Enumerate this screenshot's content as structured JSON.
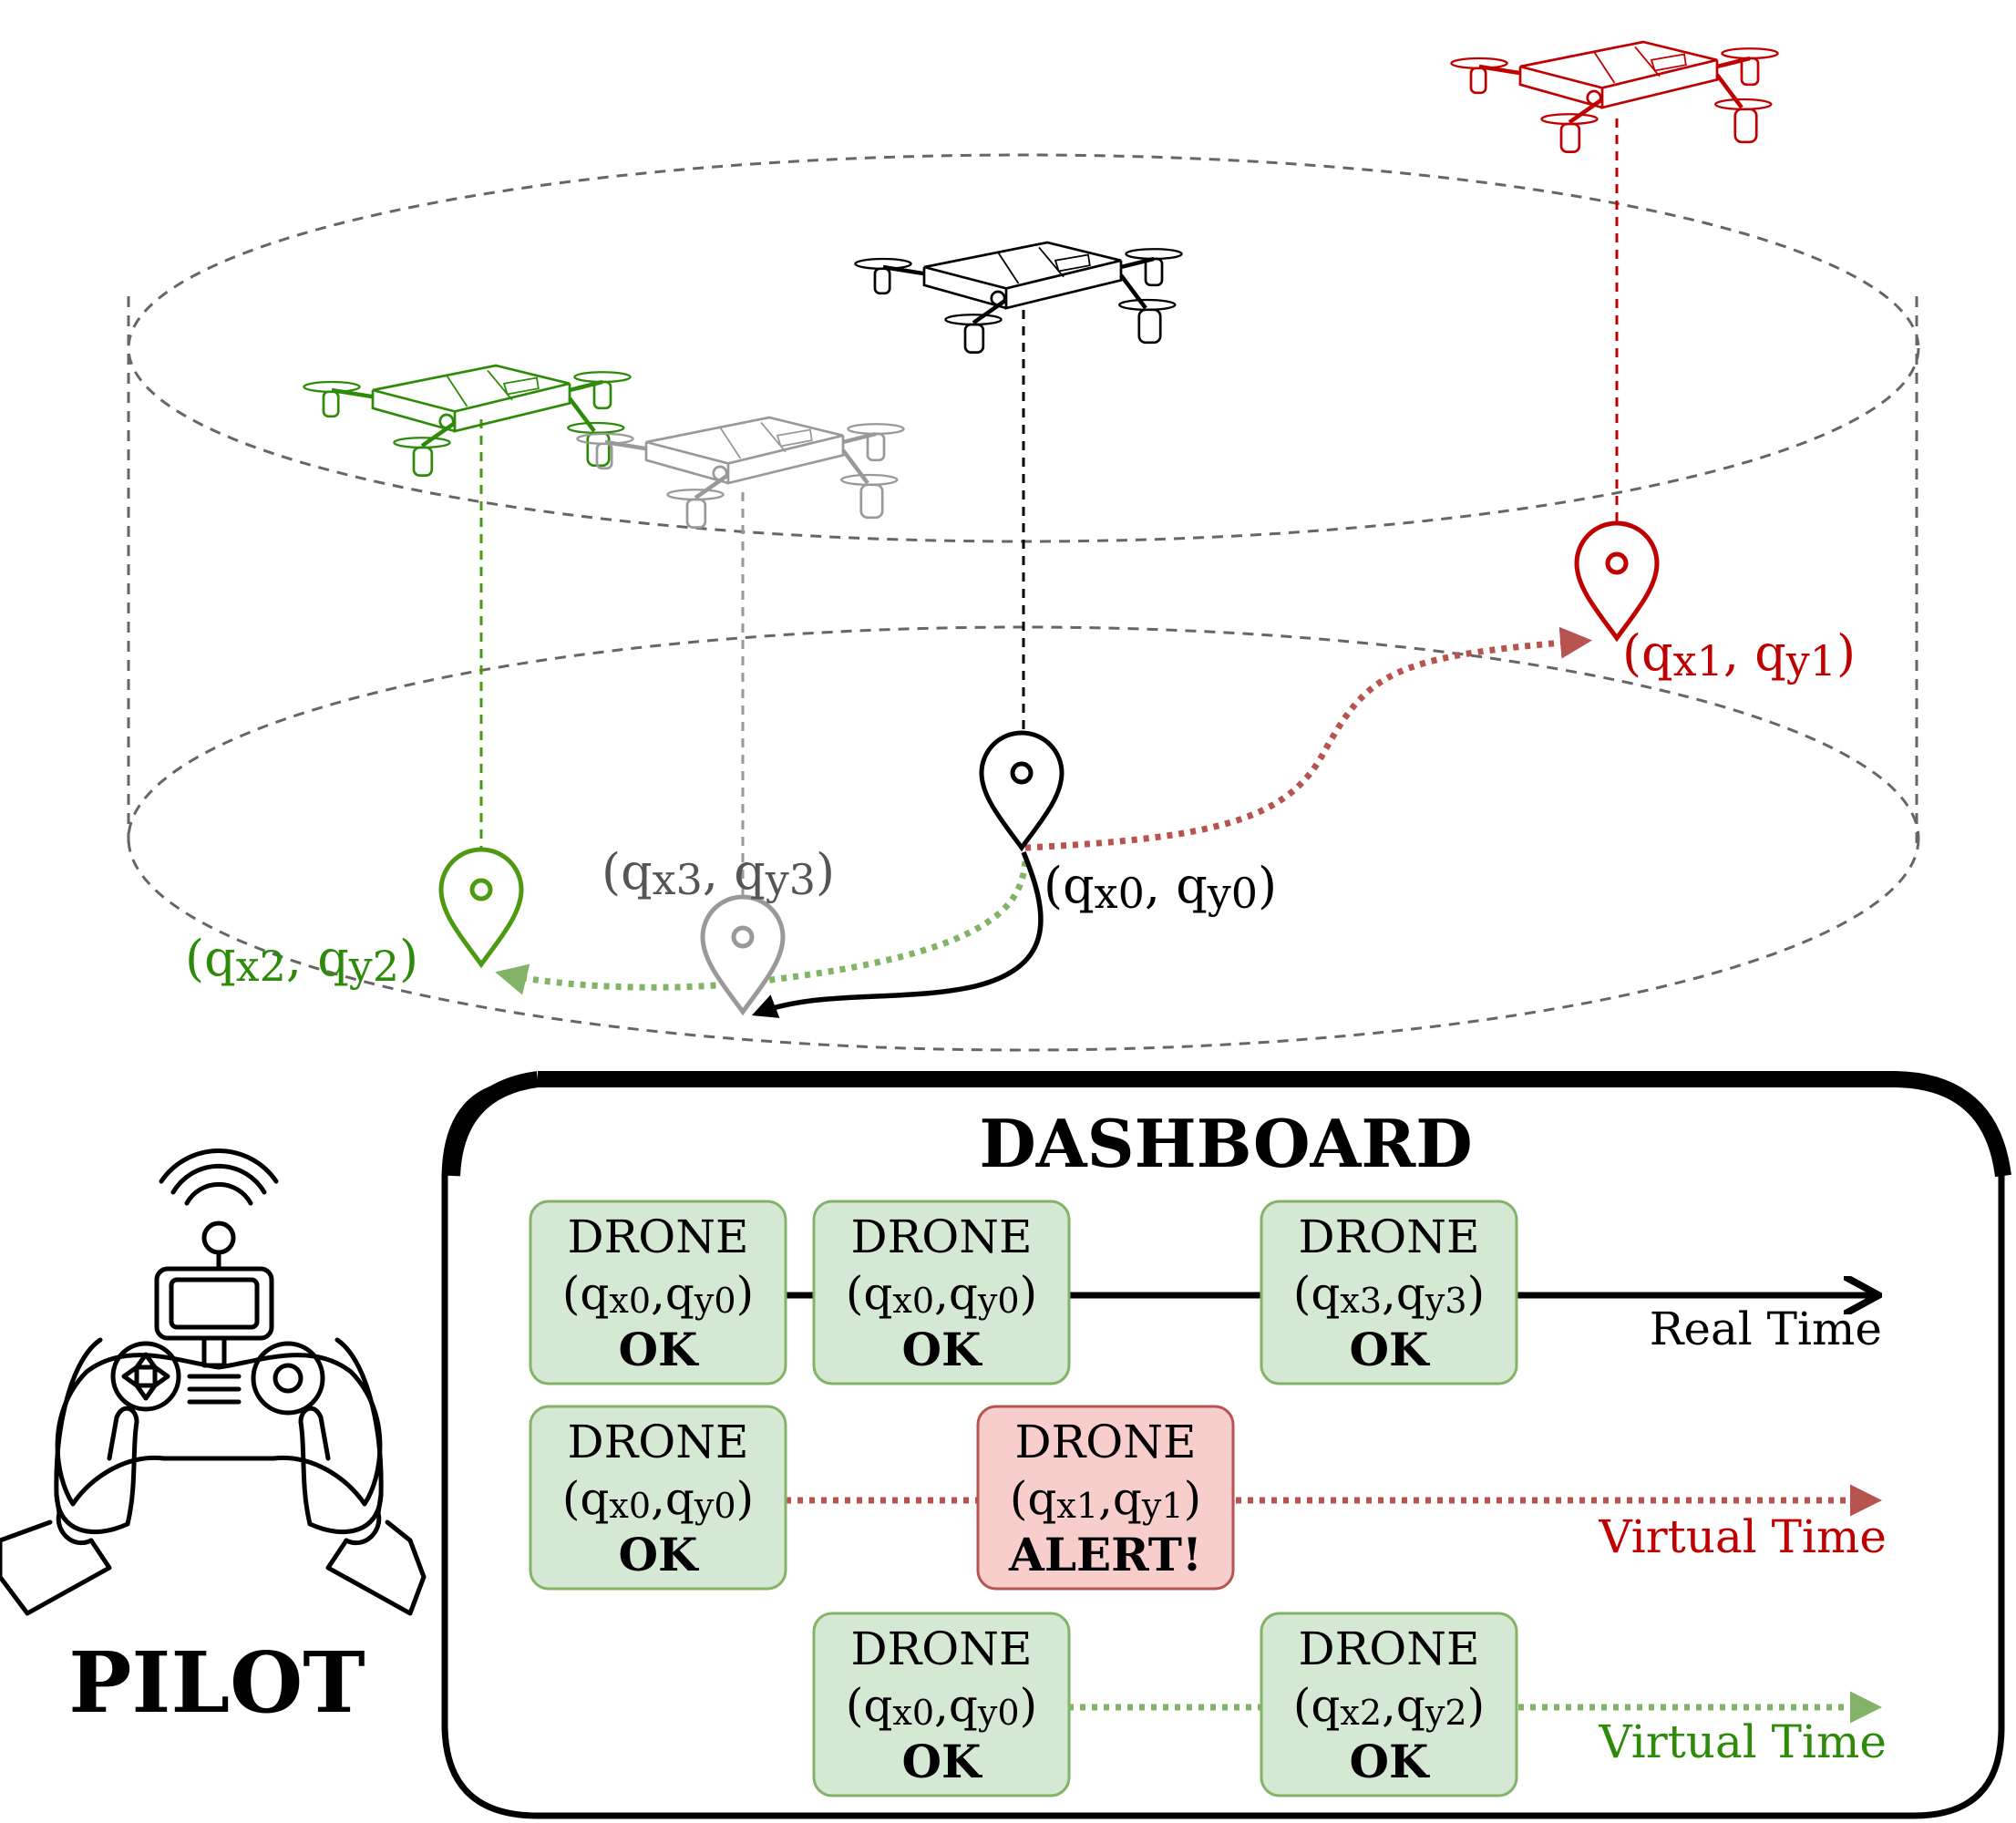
{
  "colors": {
    "green": "#4d9a10",
    "green_dark": "#2e8b0a",
    "green_fill": "#d5e8d4",
    "green_stroke": "#82b366",
    "green_arrow": "#82b366",
    "red": "#c00000",
    "red_arrow": "#b85450",
    "red_fill": "#f8cecc",
    "red_stroke": "#b85450",
    "gray": "#999999",
    "gray_text": "#555555",
    "dash": "#666666",
    "black": "#000000"
  },
  "drones": [
    {
      "id": "drone-0",
      "color": "black",
      "icon": "drone-icon"
    },
    {
      "id": "drone-1",
      "color": "red",
      "icon": "drone-icon"
    },
    {
      "id": "drone-2",
      "color": "green",
      "icon": "drone-icon"
    },
    {
      "id": "drone-3",
      "color": "gray",
      "icon": "drone-icon"
    }
  ],
  "points": {
    "p0": {
      "label": "(q",
      "sub1": "x0",
      "mid": ", q",
      "sub2": "y0",
      "end": ")"
    },
    "p1": {
      "label": "(q",
      "sub1": "x1",
      "mid": ", q",
      "sub2": "y1",
      "end": ")"
    },
    "p2": {
      "label": "(q",
      "sub1": "x2",
      "mid": ", q",
      "sub2": "y2",
      "end": ")"
    },
    "p3": {
      "label": "(q",
      "sub1": "x3",
      "mid": ", q",
      "sub2": "y3",
      "end": ")"
    }
  },
  "pilot": {
    "label": "PILOT",
    "icon": "remote-controller-icon"
  },
  "dashboard": {
    "title": "DASHBOARD",
    "timelines": [
      {
        "label": "Real Time",
        "style": "solid"
      },
      {
        "label": "Virtual Time",
        "style": "dotted-red"
      },
      {
        "label": "Virtual Time",
        "style": "dotted-green"
      }
    ],
    "boxes": [
      {
        "title": "DRONE",
        "c1": "x0",
        "c2": "y0",
        "status": "OK",
        "state": "ok"
      },
      {
        "title": "DRONE",
        "c1": "x0",
        "c2": "y0",
        "status": "OK",
        "state": "ok"
      },
      {
        "title": "DRONE",
        "c1": "x3",
        "c2": "y3",
        "status": "OK",
        "state": "ok"
      },
      {
        "title": "DRONE",
        "c1": "x0",
        "c2": "y0",
        "status": "OK",
        "state": "ok"
      },
      {
        "title": "DRONE",
        "c1": "x1",
        "c2": "y1",
        "status": "ALERT!",
        "state": "alert"
      },
      {
        "title": "DRONE",
        "c1": "x0",
        "c2": "y0",
        "status": "OK",
        "state": "ok"
      },
      {
        "title": "DRONE",
        "c1": "x2",
        "c2": "y2",
        "status": "OK",
        "state": "ok"
      }
    ]
  }
}
